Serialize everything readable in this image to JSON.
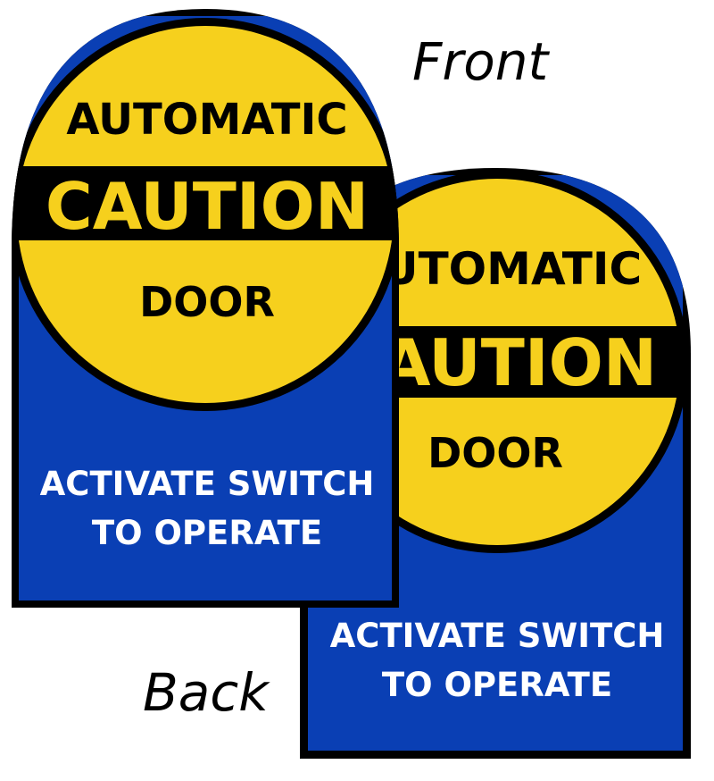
{
  "labels": {
    "front": "Front",
    "back": "Back"
  },
  "sign": {
    "line_top": "AUTOMATIC",
    "line_banner": "CAUTION",
    "line_bottom": "DOOR",
    "instruction_line1": "ACTIVATE SWITCH",
    "instruction_line2": "TO OPERATE"
  },
  "colors": {
    "yellow": "#f6d01d",
    "blue": "#0a3fb4",
    "black": "#000000",
    "white": "#ffffff"
  }
}
